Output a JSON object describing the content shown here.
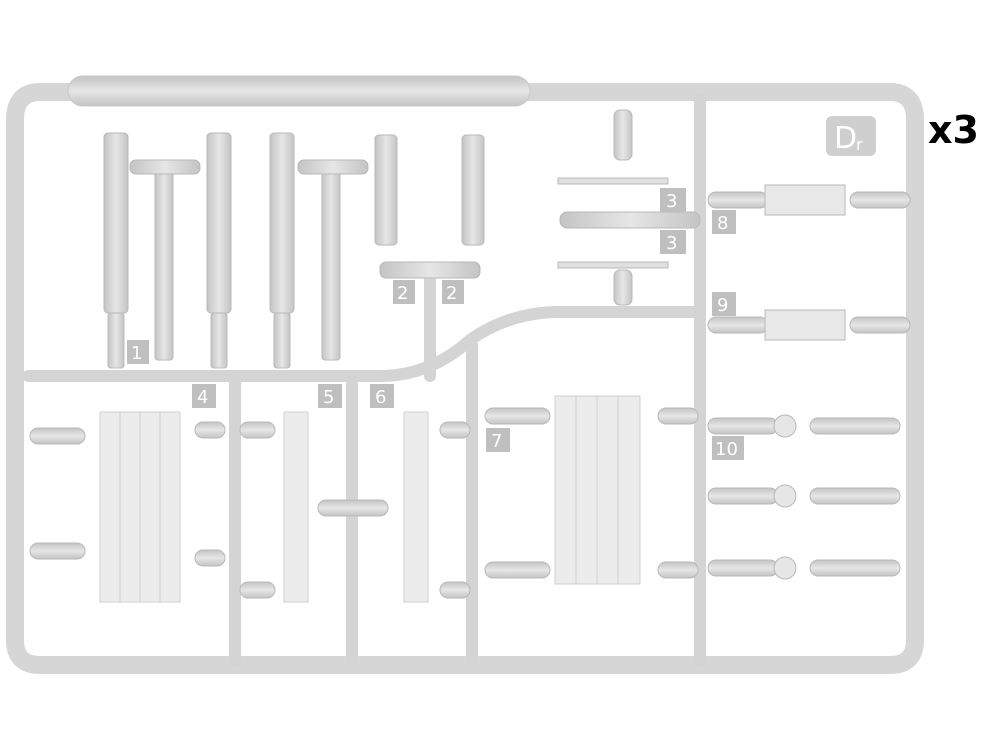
{
  "sprue": {
    "letter": "D",
    "letter_suffix": "r",
    "quantity": "x3",
    "part_numbers": [
      "1",
      "2",
      "2",
      "3",
      "3",
      "4",
      "5",
      "6",
      "7",
      "8",
      "9",
      "10"
    ]
  },
  "colors": {
    "plastic": "#d9d9d9",
    "plastic_shadow": "#bdbdbd",
    "plastic_light": "#e9e9e9",
    "label_box": "#bfbfbf"
  }
}
